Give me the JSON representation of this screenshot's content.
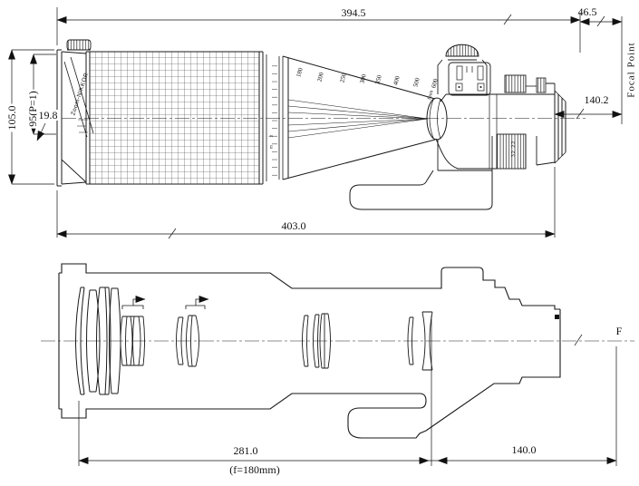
{
  "meta": {
    "description": "Technical dimension drawing of a telephoto zoom lens: external side view (top) and optical cross-section (bottom)",
    "colors": {
      "ink": "#1a1a1a",
      "paper": "#ffffff"
    }
  },
  "drawing": {
    "top_view": {
      "name_ring_label": "Zoom-NIKKOR",
      "zoom_scale_labels": [
        "180",
        "200",
        "250",
        "300",
        "350",
        "400",
        "500",
        "600"
      ],
      "zoom_scale_unit": "fmm",
      "focus_scale_ft": "ft",
      "focus_scale_m": "m",
      "aperture_scale": "32 22",
      "dim_front_to_flange": "394.5",
      "dim_flange_to_focal": "46.5",
      "dim_mount_to_focal": "140.2",
      "dim_overall_length": "403.0",
      "dim_front_diameter": "105.0",
      "dim_filter_thread": "95(P=1)",
      "dim_front_step": "19.8",
      "focal_point_label": "Focal Point"
    },
    "bottom_view": {
      "dim_optical_length": "281.0",
      "dim_focal_length_note": "(f=180mm)",
      "dim_rear_to_focal": "140.0",
      "focal_plane_label": "F"
    }
  }
}
